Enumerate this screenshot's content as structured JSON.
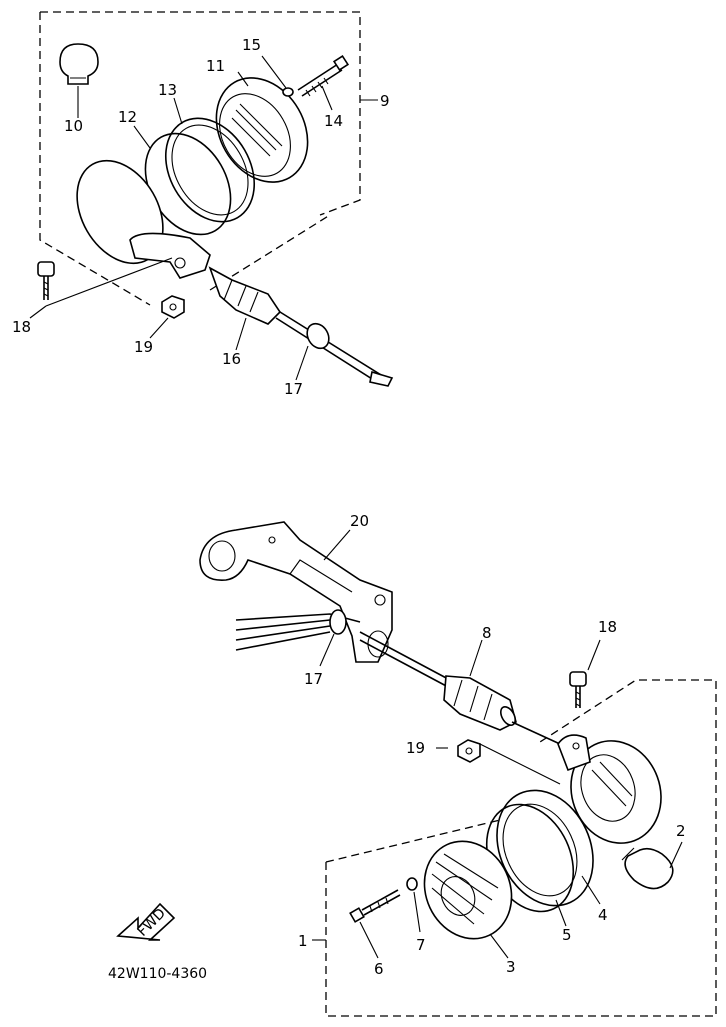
{
  "labels": {
    "p1": "1",
    "p2": "2",
    "p3": "3",
    "p4": "4",
    "p5": "5",
    "p6": "6",
    "p7": "7",
    "p8": "8",
    "p9": "9",
    "p10": "10",
    "p11": "11",
    "p12": "12",
    "p13": "13",
    "p14": "14",
    "p15": "15",
    "p16": "16",
    "p17a": "17",
    "p17b": "17",
    "p18a": "18",
    "p18b": "18",
    "p19a": "19",
    "p19b": "19",
    "p20": "20"
  },
  "find_label": "FWD",
  "diagram_code": "42W110-4360"
}
